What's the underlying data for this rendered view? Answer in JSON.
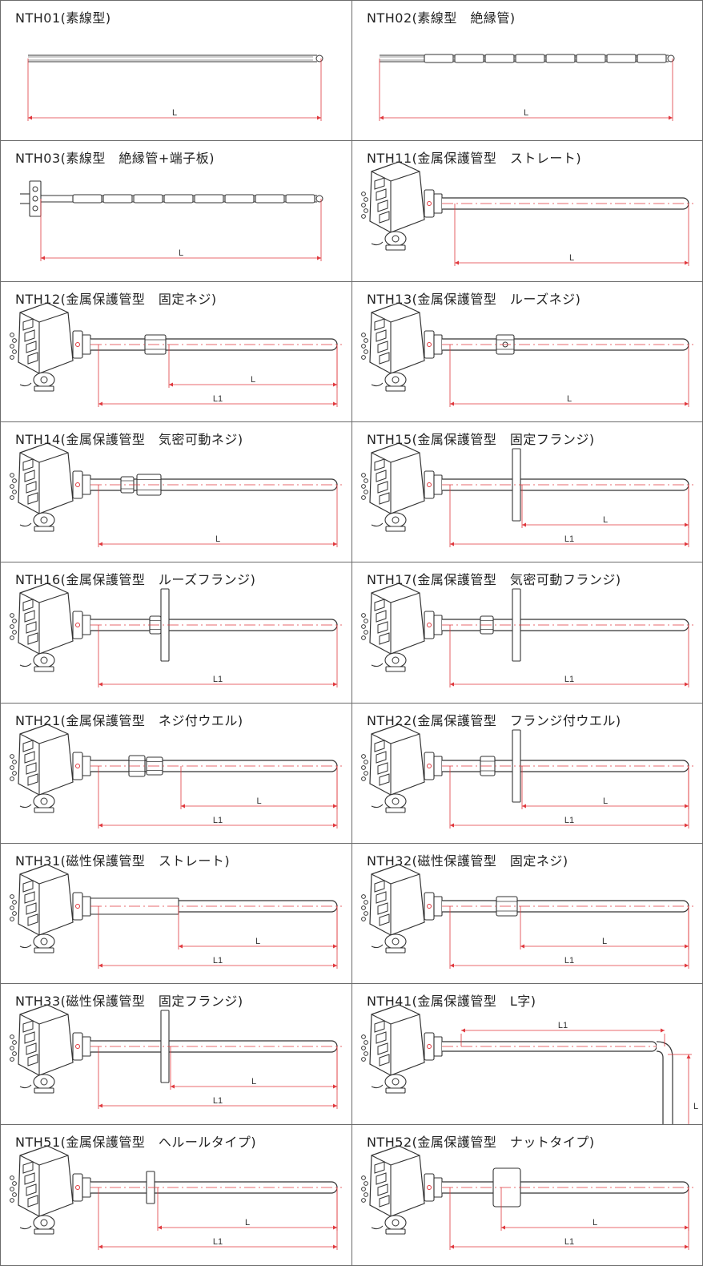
{
  "colors": {
    "border": "#6b6b6b",
    "line": "#333333",
    "dimension": "#e0393e",
    "text": "#222222"
  },
  "cells": [
    {
      "code": "NTH01",
      "title": "NTH01(素線型)",
      "kind": "bare",
      "dims": [
        "L"
      ]
    },
    {
      "code": "NTH02",
      "title": "NTH02(素線型　絶縁管)",
      "kind": "insul",
      "dims": [
        "L"
      ]
    },
    {
      "code": "NTH03",
      "title": "NTH03(素線型　絶縁管+端子板)",
      "kind": "term",
      "dims": [
        "L"
      ]
    },
    {
      "code": "NTH11",
      "title": "NTH11(金属保護管型　ストレート)",
      "kind": "straight",
      "dims": [
        "L"
      ]
    },
    {
      "code": "NTH12",
      "title": "NTH12(金属保護管型　固定ネジ)",
      "kind": "fixscrew",
      "dims": [
        "L",
        "L1"
      ]
    },
    {
      "code": "NTH13",
      "title": "NTH13(金属保護管型　ルーズネジ)",
      "kind": "loosescrew",
      "dims": [
        "L"
      ]
    },
    {
      "code": "NTH14",
      "title": "NTH14(金属保護管型　気密可動ネジ)",
      "kind": "airscrew",
      "dims": [
        "L"
      ]
    },
    {
      "code": "NTH15",
      "title": "NTH15(金属保護管型　固定フランジ)",
      "kind": "fixflange",
      "dims": [
        "L",
        "L1"
      ]
    },
    {
      "code": "NTH16",
      "title": "NTH16(金属保護管型　ルーズフランジ)",
      "kind": "looseflange",
      "dims": [
        "L1"
      ]
    },
    {
      "code": "NTH17",
      "title": "NTH17(金属保護管型　気密可動フランジ)",
      "kind": "airflange",
      "dims": [
        "L1"
      ]
    },
    {
      "code": "NTH21",
      "title": "NTH21(金属保護管型　ネジ付ウエル)",
      "kind": "screwwell",
      "dims": [
        "L",
        "L1"
      ]
    },
    {
      "code": "NTH22",
      "title": "NTH22(金属保護管型　フランジ付ウエル)",
      "kind": "flangewell",
      "dims": [
        "L",
        "L1"
      ]
    },
    {
      "code": "NTH31",
      "title": "NTH31(磁性保護管型　ストレート)",
      "kind": "ceramic",
      "dims": [
        "L",
        "L1"
      ]
    },
    {
      "code": "NTH32",
      "title": "NTH32(磁性保護管型　固定ネジ)",
      "kind": "ceramicscrew",
      "dims": [
        "L",
        "L1"
      ]
    },
    {
      "code": "NTH33",
      "title": "NTH33(磁性保護管型　固定フランジ)",
      "kind": "ceramicflange",
      "dims": [
        "L",
        "L1"
      ]
    },
    {
      "code": "NTH41",
      "title": "NTH41(金属保護管型　L字)",
      "kind": "lshape",
      "dims": [
        "L1",
        "L"
      ]
    },
    {
      "code": "NTH51",
      "title": "NTH51(金属保護管型　ヘルールタイプ)",
      "kind": "ferrule",
      "dims": [
        "L",
        "L1"
      ]
    },
    {
      "code": "NTH52",
      "title": "NTH52(金属保護管型　ナットタイプ)",
      "kind": "nut",
      "dims": [
        "L",
        "L1"
      ]
    }
  ]
}
